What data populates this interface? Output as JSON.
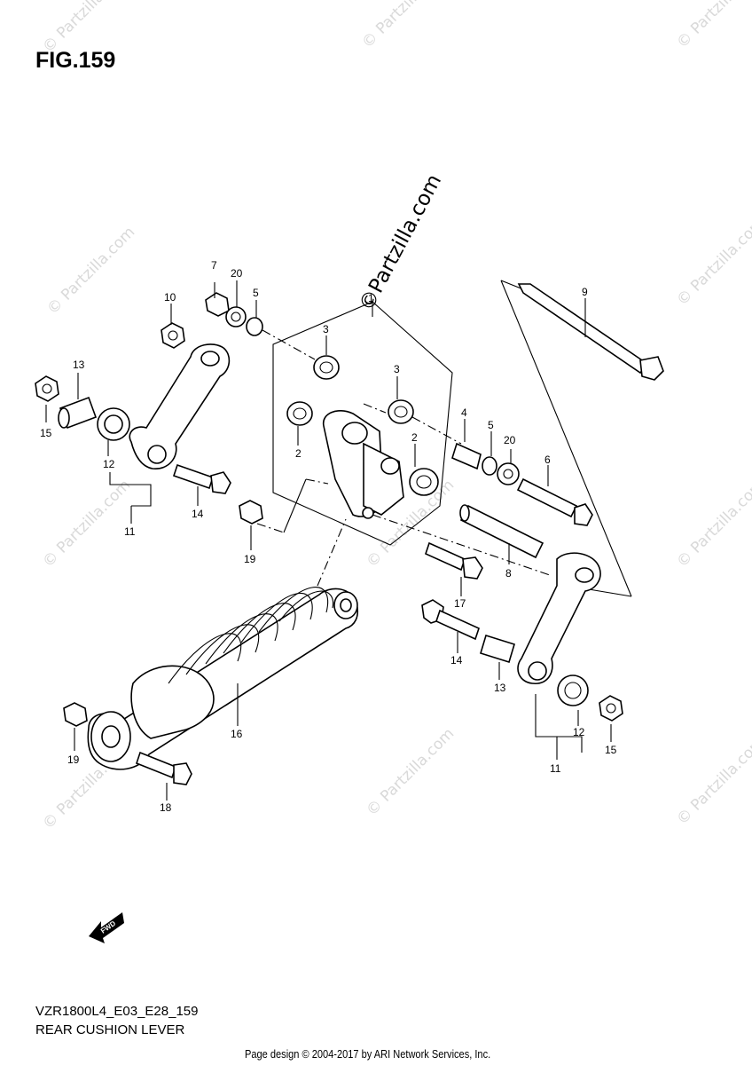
{
  "figure": {
    "title": "FIG.159"
  },
  "watermark": {
    "main": "©Partzilla.com",
    "repeat": "© Partzilla.com"
  },
  "callouts": [
    "1",
    "2",
    "2",
    "3",
    "3",
    "4",
    "5",
    "5",
    "6",
    "7",
    "8",
    "9",
    "10",
    "11",
    "11",
    "12",
    "12",
    "13",
    "13",
    "14",
    "14",
    "15",
    "15",
    "16",
    "17",
    "18",
    "19",
    "19",
    "20",
    "20"
  ],
  "fwd_label": "FWD",
  "model_code": "VZR1800L4_E03_E28_159",
  "diagram_name": "REAR CUSHION LEVER",
  "footer": "Page design © 2004-2017 by ARI Network Services, Inc."
}
